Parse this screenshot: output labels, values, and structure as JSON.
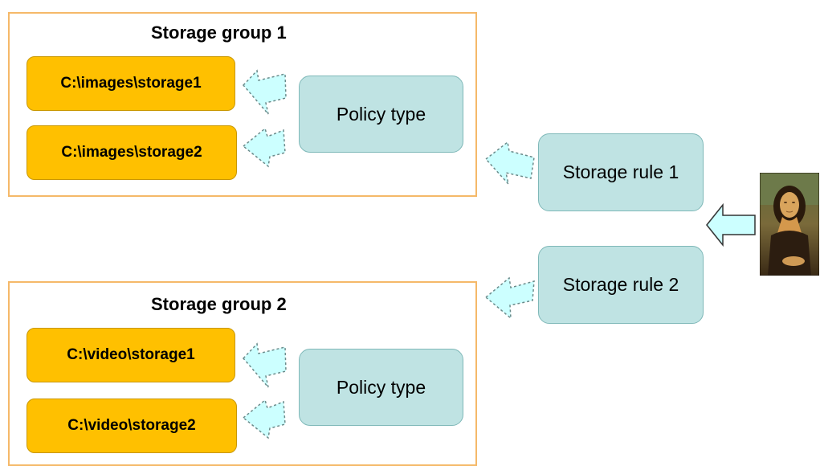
{
  "groups": [
    {
      "title": "Storage group 1",
      "paths": [
        "C:\\images\\storage1",
        "C:\\images\\storage2"
      ],
      "policy": "Policy type"
    },
    {
      "title": "Storage group 2",
      "paths": [
        "C:\\video\\storage1",
        "C:\\video\\storage2"
      ],
      "policy": "Policy type"
    }
  ],
  "rules": [
    "Storage rule 1",
    "Storage rule 2"
  ],
  "colors": {
    "group_border": "#f5b969",
    "path_fill": "#ffc000",
    "teal_fill": "#bfe3e3",
    "arrow_fill": "#ccffff"
  },
  "image": {
    "icon": "mona-lisa-painting"
  }
}
